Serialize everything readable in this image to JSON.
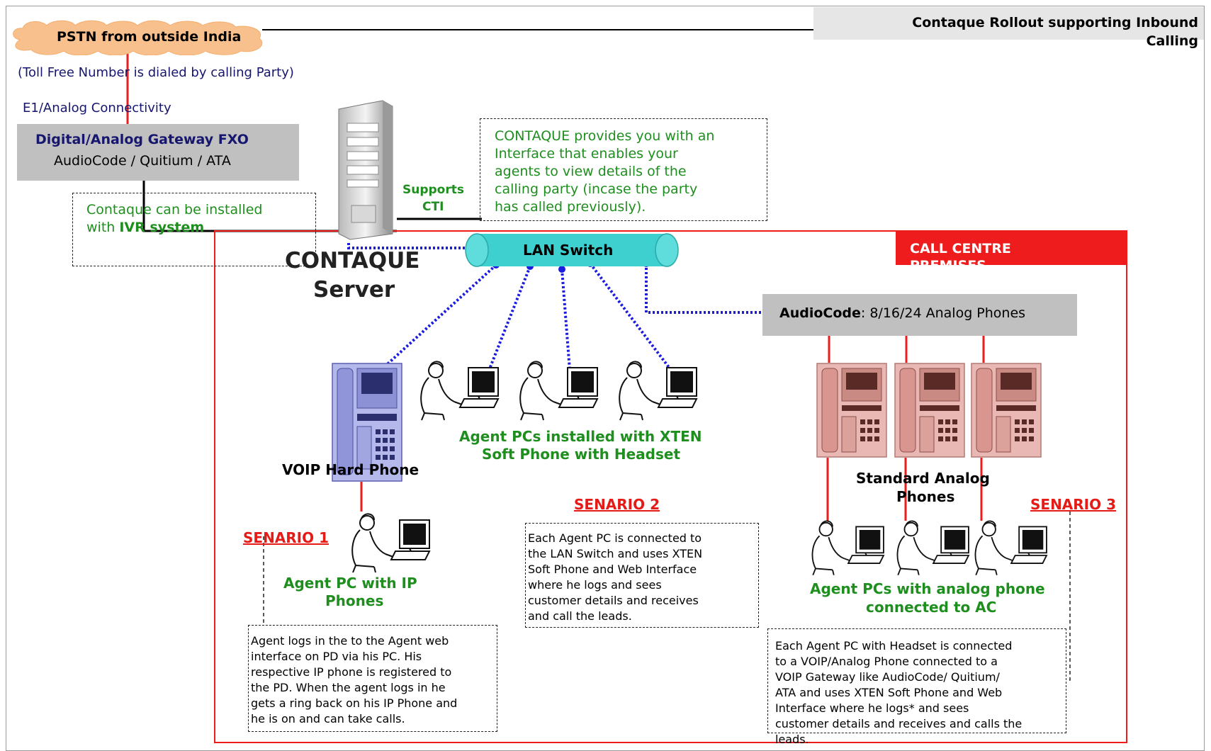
{
  "pstn_cloud": "PSTN from outside India",
  "title_line1": "Contaque Rollout supporting Inbound",
  "title_line2": "Calling",
  "toll_free_note": "(Toll Free Number is dialed by calling Party)",
  "e1_label": "E1/Analog Connectivity",
  "gateway": {
    "title": "Digital/Analog Gateway FXO",
    "subtitle": "AudioCode / Quitium / ATA"
  },
  "ivr_note": {
    "line1": "Contaque can be installed",
    "line2_prefix": "with ",
    "line2_bold": "IVR system"
  },
  "supports_cti": {
    "line1": "Supports",
    "line2": "CTI"
  },
  "contaque_note": [
    "CONTAQUE provides you with an",
    "Interface that enables your",
    "agents to view details of the",
    "calling party (incase the party",
    "has called previously)."
  ],
  "server_label": {
    "line1": "CONTAQUE",
    "line2": "Server"
  },
  "lan_switch": "LAN Switch",
  "call_centre": {
    "line1": "CALL CENTRE",
    "line2": "PREMISES"
  },
  "audiocode_box": {
    "bold": "AudioCode",
    "rest": ": 8/16/24 Analog Phones"
  },
  "voip_label": "VOIP Hard Phone",
  "soft_phone_label": {
    "line1": "Agent PCs installed with XTEN",
    "line2": "Soft Phone with Headset"
  },
  "analog_label": {
    "line1": "Standard Analog",
    "line2": "Phones"
  },
  "scenario1": {
    "title": "SENARIO 1",
    "agent_label": {
      "line1": "Agent PC with IP",
      "line2": "Phones"
    },
    "desc": [
      "Agent logs in the to the Agent web",
      "interface on PD via his PC. His",
      "respective IP phone is registered to",
      "the PD. When the agent logs in he",
      "gets a ring back on his IP Phone and",
      "he is on and can take calls."
    ]
  },
  "scenario2": {
    "title": "SENARIO 2",
    "desc": [
      "Each Agent PC is connected to",
      "the LAN Switch and uses XTEN",
      "Soft Phone and  Web Interface",
      "where he logs and sees",
      "customer details and receives",
      "and call the leads."
    ]
  },
  "scenario3": {
    "title": "SENARIO 3",
    "agent_label": {
      "line1": "Agent PCs with analog phone",
      "line2": "connected to AC"
    },
    "desc": [
      "Each Agent PC with Headset is connected",
      "to a VOIP/Analog Phone connected to a",
      "VOIP Gateway like AudioCode/ Quitium/",
      "ATA and uses XTEN Soft Phone and Web",
      "Interface where he logs* and sees",
      "customer details and receives and calls the",
      "leads."
    ]
  },
  "colors": {
    "red": "#ee1c1c",
    "green": "#1e8f1e",
    "cyan": "#3ecfcf",
    "navy": "#16166e",
    "blue_dots": "#1c1ce0",
    "pink_phone": "#e9b8b4",
    "lilac_phone": "#b4b8ea"
  },
  "icons": [
    "cloud-icon",
    "server-tower-icon",
    "lan-switch-icon",
    "voip-hard-phone-icon",
    "agent-pc-icon",
    "analog-phone-icon"
  ]
}
